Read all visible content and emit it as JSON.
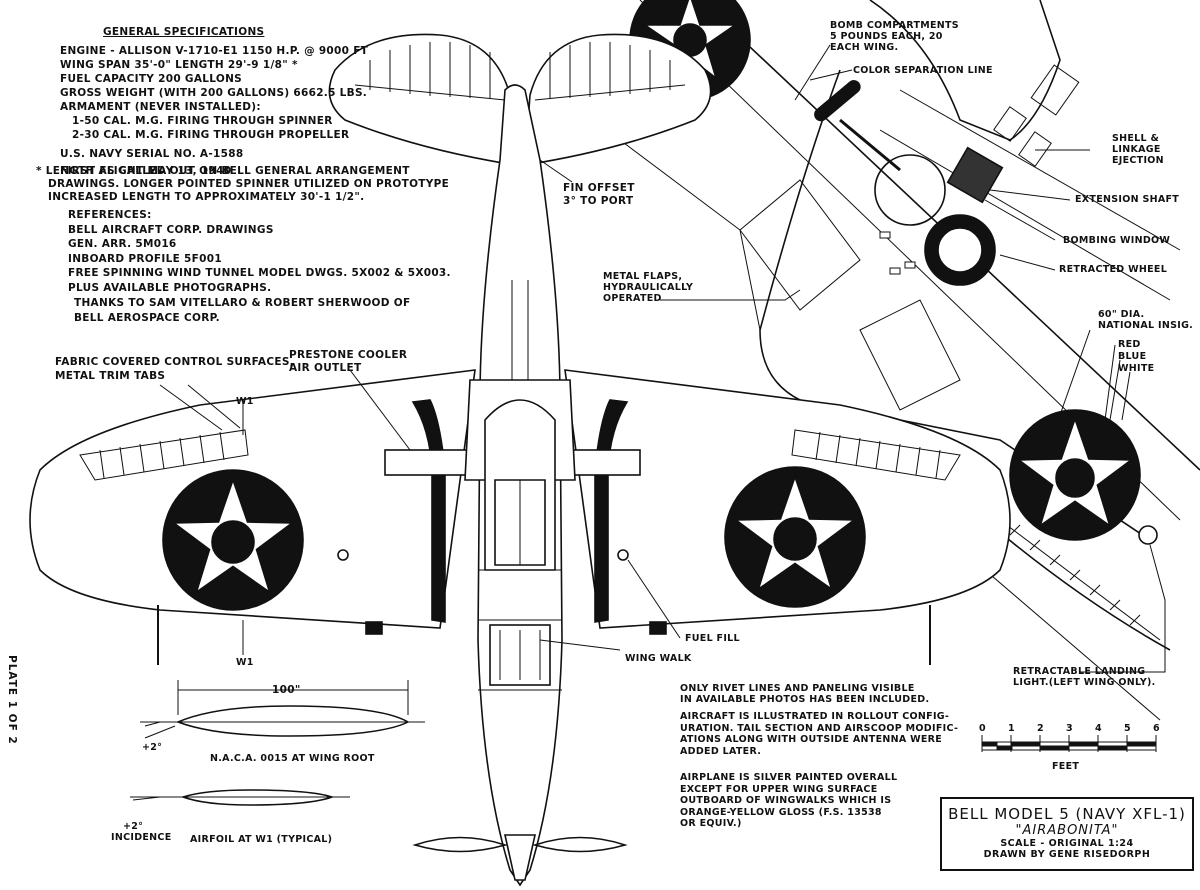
{
  "specs": {
    "heading": "GENERAL SPECIFICATIONS",
    "lines": [
      "ENGINE - ALLISON V-1710-E1  1150 H.P. @ 9000 FT",
      "WING SPAN 35'-0\"  LENGTH 29'-9 1/8\" *",
      "FUEL CAPACITY  200 GALLONS",
      "GROSS WEIGHT (WITH 200 GALLONS) 6662.5 LBS.",
      "ARMAMENT (NEVER INSTALLED):",
      "  1-50 CAL. M.G. FIRING THROUGH SPINNER",
      "  2-30 CAL. M.G. FIRING THROUGH PROPELLER",
      "U.S. NAVY SERIAL NO. A-1588",
      "FIRST FLIGHT MAY 13, 1940"
    ]
  },
  "length_note": [
    "* LENGTH AS CALLED OUT ON BELL GENERAL ARRANGEMENT",
    "DRAWINGS. LONGER POINTED SPINNER UTILIZED ON PROTOTYPE",
    "INCREASED LENGTH TO APPROXIMATELY 30'-1 1/2\"."
  ],
  "references": [
    "REFERENCES:",
    "BELL AIRCRAFT CORP. DRAWINGS",
    "GEN. ARR. 5M016",
    "INBOARD PROFILE 5F001",
    "FREE SPINNING WIND TUNNEL MODEL DWGS. 5X002 & 5X003.",
    "PLUS AVAILABLE PHOTOGRAPHS."
  ],
  "thanks": [
    "THANKS TO SAM VITELLARO & ROBERT SHERWOOD OF",
    "BELL AEROSPACE CORP."
  ],
  "callouts": {
    "fabric": [
      "FABRIC COVERED CONTROL SURFACES,",
      "METAL TRIM TABS"
    ],
    "prestone": [
      "PRESTONE COOLER",
      "AIR OUTLET"
    ],
    "fin": [
      "FIN OFFSET",
      "3° TO PORT"
    ],
    "bomb": [
      "BOMB COMPARTMENTS",
      "5 POUNDS EACH, 20",
      "EACH WING."
    ],
    "color_sep": "COLOR SEPARATION LINE",
    "shell": [
      "SHELL &",
      "LINKAGE",
      "EJECTION"
    ],
    "extension": "EXTENSION SHAFT",
    "bombing_window": "BOMBING WINDOW",
    "retracted_wheel": "RETRACTED WHEEL",
    "flaps": [
      "METAL FLAPS,",
      "HYDRAULICALLY",
      "OPERATED"
    ],
    "insignia": [
      "60\" DIA.",
      "NATIONAL INSIG."
    ],
    "colors": [
      "RED",
      "BLUE",
      "WHITE"
    ],
    "fuel_fill": "FUEL FILL",
    "wing_walk": "WING WALK",
    "landing_light": [
      "RETRACTABLE LANDING",
      "LIGHT.(LEFT WING ONLY)."
    ],
    "w1_top": "W1",
    "w1_bottom": "W1"
  },
  "airfoils": {
    "chord": "100\"",
    "root_angle": "+2°",
    "root_label": "N.A.C.A. 0015 AT WING ROOT",
    "tip_angle": "+2°",
    "tip_incidence": "INCIDENCE",
    "tip_label": "AIRFOIL AT W1 (TYPICAL)"
  },
  "notes": {
    "rivets": [
      "ONLY RIVET LINES AND PANELING VISIBLE",
      "IN AVAILABLE PHOTOS HAS BEEN INCLUDED."
    ],
    "rollout": [
      "AIRCRAFT IS ILLUSTRATED IN ROLLOUT CONFIG-",
      "URATION. TAIL SECTION AND AIRSCOOP MODIFIC-",
      "ATIONS ALONG WITH OUTSIDE ANTENNA WERE",
      "ADDED LATER."
    ],
    "paint": [
      "AIRPLANE IS SILVER PAINTED OVERALL",
      "EXCEPT FOR UPPER WING SURFACE",
      "OUTBOARD OF WINGWALKS WHICH IS",
      "ORANGE-YELLOW GLOSS (F.S. 13538",
      "OR EQUIV.)"
    ]
  },
  "scale_bar": {
    "ticks": [
      "0",
      "1",
      "2",
      "3",
      "4",
      "5",
      "6"
    ],
    "unit": "FEET"
  },
  "plate": "PLATE 1 OF 2",
  "title_block": {
    "title": "BELL MODEL 5 (NAVY XFL-1)",
    "name": "\"AIRABONITA\"",
    "scale": "SCALE - ORIGINAL 1:24",
    "drawn": "DRAWN BY GENE RISEDORPH"
  }
}
